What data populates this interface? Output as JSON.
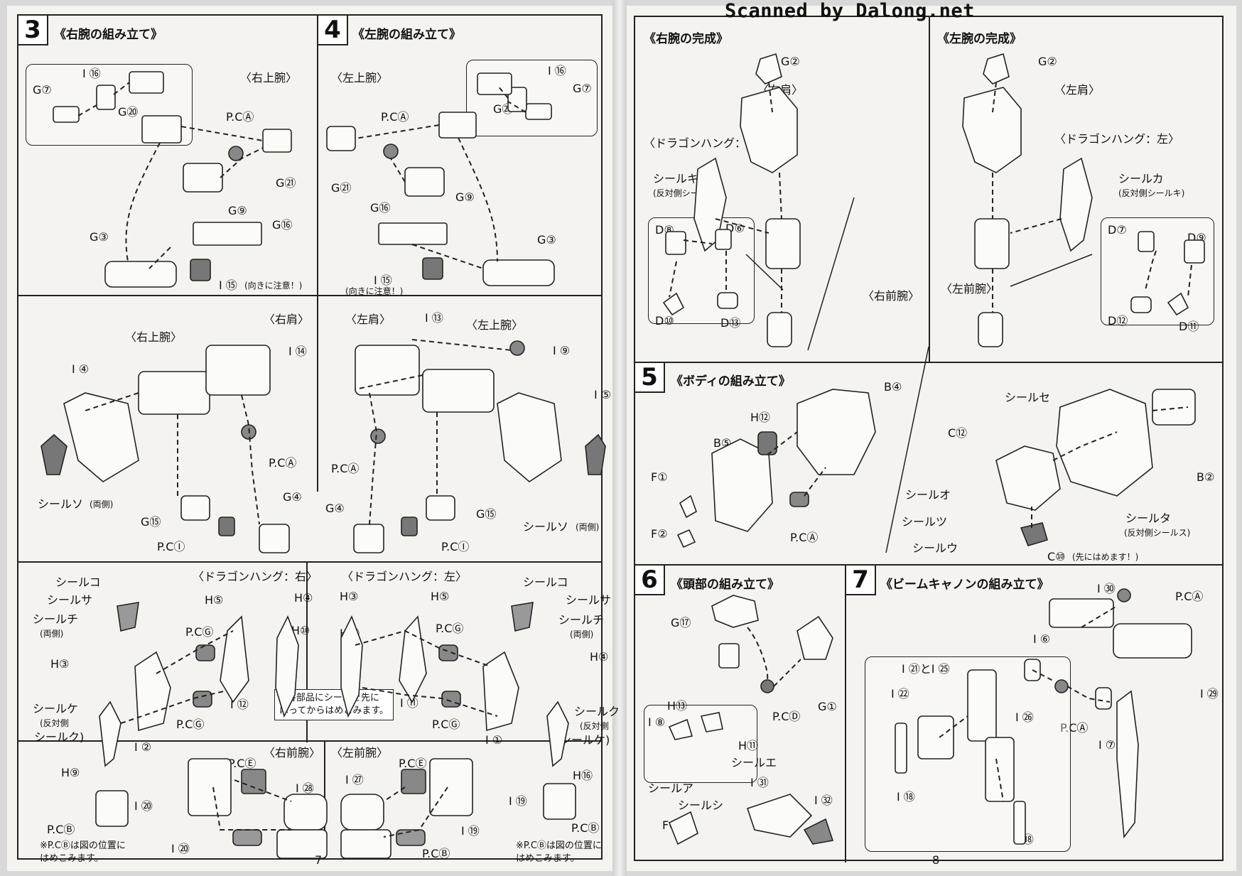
{
  "watermark": "Scanned by Dalong.net",
  "left_page": {
    "page_number": "7",
    "step3": {
      "number": "3",
      "title": "《右腕の組み立て》",
      "labels": {
        "upper": "〈右上腕〉",
        "i16": "I ⑯",
        "g7": "G⑦",
        "g20": "G⑳",
        "pca": "P.CⒶ",
        "g21": "G㉑",
        "g9": "G⑨",
        "g16": "G⑯",
        "g3": "G③",
        "i15": "I ⑮",
        "i15_note": "(向きに注意！)"
      }
    },
    "step4": {
      "number": "4",
      "title": "《左腕の組み立て》",
      "labels": {
        "upper": "〈左上腕〉",
        "i16": "I ⑯",
        "g7": "G⑦",
        "g20": "G⑳",
        "pca": "P.CⒶ",
        "g21": "G㉑",
        "g9": "G⑨",
        "g16": "G⑯",
        "g3": "G③",
        "i15": "I ⑮",
        "i15_note": "(向きに注意！)"
      }
    },
    "shoulder_right": {
      "labels": {
        "shoulder": "〈右肩〉",
        "upper": "〈右上腕〉",
        "i14": "I ⑭",
        "i4": "I ④",
        "pca": "P.CⒶ",
        "seal_so": "シールソ",
        "seal_so_note": "(両側)",
        "g4": "G④",
        "g15": "G⑮",
        "pci": "P.CⒾ"
      }
    },
    "shoulder_left": {
      "labels": {
        "shoulder": "〈左肩〉",
        "i13": "I ⑬",
        "upper": "〈左上腕〉",
        "i9": "I ⑨",
        "i5": "I ⑤",
        "pca": "P.CⒶ",
        "g4": "G④",
        "g15": "G⑮",
        "pci": "P.CⒾ",
        "seal_so": "シールソ",
        "seal_so_note": "(両側)"
      }
    },
    "dragon_right": {
      "title": "〈ドラゴンハング：右〉",
      "labels": {
        "seal_ko": "シールコ",
        "seal_sa": "シールサ",
        "seal_chi": "シールチ",
        "seal_chi_note": "(両側)",
        "h5": "H⑤",
        "h4": "H④",
        "pcg": "P.CⒼ",
        "h10": "H⑩",
        "h3": "H③",
        "seal_ke": "シールケ",
        "seal_ke_note": "(反対側",
        "seal_ku": "シールク)",
        "i12": "I ⑫",
        "i2": "I ②",
        "pcg2": "P.CⒼ",
        "h9": "H⑨"
      }
    },
    "dragon_left": {
      "title": "〈ドラゴンハング：左〉",
      "labels": {
        "h3": "H③",
        "h5": "H⑤",
        "seal_ko": "シールコ",
        "seal_sa": "シールサ",
        "seal_chi": "シールチ",
        "seal_chi_note": "(両側)",
        "h17": "H⑰",
        "pcg": "P.CⒼ",
        "h4": "H④",
        "i11": "I ⑪",
        "pcg2": "P.CⒼ",
        "seal_ku": "シールク",
        "seal_ku_note": "(反対側",
        "seal_ke": "シールケ)",
        "i1": "I ①",
        "h16": "H⑯"
      }
    },
    "seal_note": [
      "※各部品にシールを先に",
      "はってからはめこみます。"
    ],
    "forearm_right": {
      "title": "〈右前腕〉",
      "labels": {
        "pce": "P.CⒺ",
        "i28": "I ㉘",
        "i20": "I ⑳",
        "pcb": "P.CⒷ",
        "i20b": "I ⑳",
        "pcb2": "P.CⒷ"
      },
      "note": [
        "※P.CⒷは図の位置に",
        "はめこみます。"
      ]
    },
    "forearm_left": {
      "title": "〈左前腕〉",
      "labels": {
        "pce": "P.CⒺ",
        "i27": "I ㉗",
        "i19": "I ⑲",
        "i19b": "I ⑲",
        "pcb": "P.CⒷ",
        "pcb2": "P.CⒷ"
      },
      "note": [
        "※P.CⒷは図の位置に",
        "はめこみます。"
      ]
    }
  },
  "right_page": {
    "page_number": "8",
    "right_arm_done": {
      "title": "《右腕の完成》",
      "labels": {
        "g2": "G②",
        "shoulder": "〈右肩〉",
        "dragon": "〈ドラゴンハング：右〉",
        "seal_ki": "シールキ",
        "seal_ki_note": "(反対側シールカ)",
        "d8": "D⑧",
        "d6": "D⑥",
        "d10": "D⑩",
        "d13": "D⑬",
        "forearm": "〈右前腕〉"
      }
    },
    "left_arm_done": {
      "title": "《左腕の完成》",
      "labels": {
        "g2": "G②",
        "shoulder": "〈左肩〉",
        "dragon": "〈ドラゴンハング：左〉",
        "seal_ka": "シールカ",
        "seal_ka_note": "(反対側シールキ)",
        "d7": "D⑦",
        "d9": "D⑨",
        "d12": "D⑫",
        "d11": "D⑪",
        "forearm": "〈左前腕〉"
      }
    },
    "step5": {
      "number": "5",
      "title": "《ボディの組み立て》",
      "labels": {
        "b4": "B④",
        "h12": "H⑫",
        "b5": "B⑤",
        "f1": "F①",
        "f2": "F②",
        "pca": "P.CⒶ",
        "seal_se": "シールセ",
        "c12": "C⑫",
        "seal_o": "シールオ",
        "seal_tsu": "シールツ",
        "seal_u": "シールウ",
        "b2": "B②",
        "seal_ta": "シールタ",
        "seal_ta_note": "(反対側シールス)",
        "c10": "C⑩",
        "c10_note": "(先にはめます！)"
      }
    },
    "step6": {
      "number": "6",
      "title": "《頭部の組み立て》",
      "labels": {
        "g17": "G⑰",
        "g1": "G①",
        "pcd": "P.CⒹ",
        "h13": "H⑬",
        "i8": "I ⑧",
        "h11": "H⑪",
        "seal_e": "シールエ",
        "seal_a": "シールア",
        "i31": "I ㉛",
        "seal_shi": "シールシ",
        "f3": "F③",
        "i32": "I ㉜"
      }
    },
    "step7": {
      "number": "7",
      "title": "《ビームキャノンの組み立て》",
      "labels": {
        "i30": "I ㉚",
        "pca": "P.CⒶ",
        "i6": "I ⑥",
        "i29": "I ㉙",
        "pca2": "P.CⒶ",
        "i7": "I ⑦",
        "i21_25": "I ㉑とI ㉕",
        "i22": "I ㉒",
        "i26": "I ㉖",
        "i18": "I ⑱",
        "i18b": "I ⑱"
      }
    }
  }
}
